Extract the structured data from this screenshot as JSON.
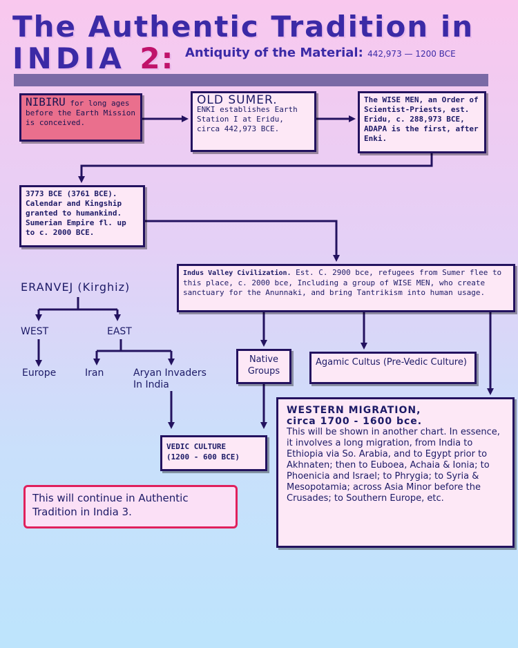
{
  "title": {
    "line1": "The Authentic Tradition in",
    "line2_text": "INDIA",
    "line2_num": "2:",
    "subtitle": "Antiquity of the Material:",
    "subtitle_dates": "442,973 — 1200 BCE"
  },
  "boxes": {
    "nibiru": {
      "lead": "NIBIRU",
      "text": " for long ages before the Earth Mission is conceived."
    },
    "sumer": {
      "lead": "OLD SUMER.",
      "text": "ENKI establishes Earth Station I at Eridu, circa 442,973 BCE."
    },
    "wise_men": {
      "text": "The WISE MEN, an Order of Scientist-Priests, est. Eridu, c. 288,973 BCE, ADAPA is the first, after Enki."
    },
    "kingship": {
      "text": "3773 BCE (3761 BCE). Calendar and Kingship granted to humankind. Sumerian Empire fl. up to c. 2000 BCE."
    },
    "indus": {
      "lead": "Indus Valley Civilization.",
      "text": " Est. C. 2900 bce, refugees from Sumer flee to this place, c. 2000 bce,  Including a group of WISE MEN, who create sanctuary for the Anunnaki, and bring Tantrikism into human usage."
    },
    "native": {
      "line1": "Native",
      "line2": "Groups"
    },
    "agamic": {
      "lead": "Agamic Cultus",
      "text": " (Pre-Vedic Culture)"
    },
    "vedic": {
      "line1": "VEDIC CULTURE",
      "line2": "(1200 - 600 BCE)"
    },
    "western": {
      "heading1": "WESTERN MIGRATION,",
      "heading2": "circa 1700 - 1600 bce.",
      "text": "This will be shown in another chart.  In essence, it involves a long migration, from India to Ethiopia via So.  Arabia, and to Egypt prior to Akhnaten; then to Euboea, Achaia & Ionia; to Phoenicia and Israel; to Phrygia; to Syria & Mesopotamia; across Asia Minor before the Crusades; to Southern Europe, etc."
    },
    "continue": {
      "text": "This will continue in Authentic Tradition in India 3."
    }
  },
  "tree": {
    "root": "ERANVEJ (Kirghiz)",
    "west": "WEST",
    "east": "EAST",
    "europe": "Europe",
    "iran": "Iran",
    "aryan_line1": "Aryan Invaders",
    "aryan_line2": "In India"
  },
  "colors": {
    "line": "#23125f",
    "accent": "#c0126a",
    "nibiru_fill": "#ea6f8d",
    "continue_border": "#e0205c"
  }
}
